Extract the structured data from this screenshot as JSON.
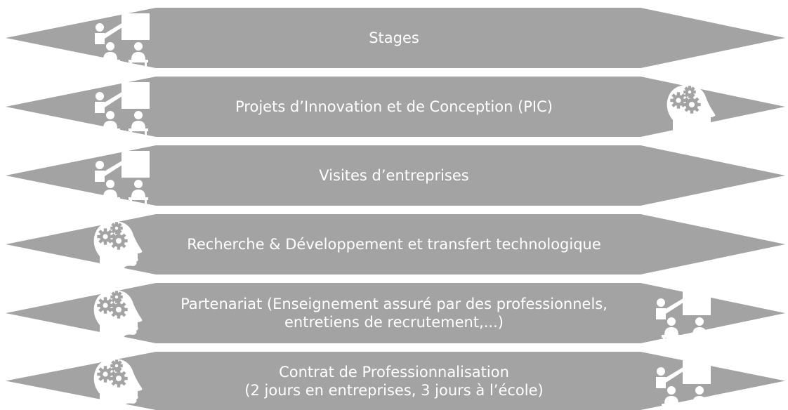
{
  "colors": {
    "banner": "#a3a3a3",
    "foreground": "#ffffff",
    "background": "#ffffff"
  },
  "banners": [
    {
      "lines": [
        "Stages"
      ],
      "left_icon": "teacher-icon",
      "right_icon": ""
    },
    {
      "lines": [
        "Projets d’Innovation et de Conception (PIC)"
      ],
      "left_icon": "teacher-icon",
      "right_icon": "brain-gears-icon"
    },
    {
      "lines": [
        "Visites d’entreprises"
      ],
      "left_icon": "teacher-icon",
      "right_icon": ""
    },
    {
      "lines": [
        "Recherche & Développement et transfert technologique"
      ],
      "left_icon": "brain-gears-icon",
      "right_icon": ""
    },
    {
      "lines": [
        "Partenariat (Enseignement assuré par des professionnels,",
        "entretiens de recrutement,...)"
      ],
      "left_icon": "brain-gears-icon",
      "right_icon": "teacher-icon"
    },
    {
      "lines": [
        "Contrat de Professionnalisation",
        "(2 jours en entreprises, 3 jours à l’école)"
      ],
      "left_icon": "brain-gears-icon",
      "right_icon": "teacher-icon"
    }
  ]
}
